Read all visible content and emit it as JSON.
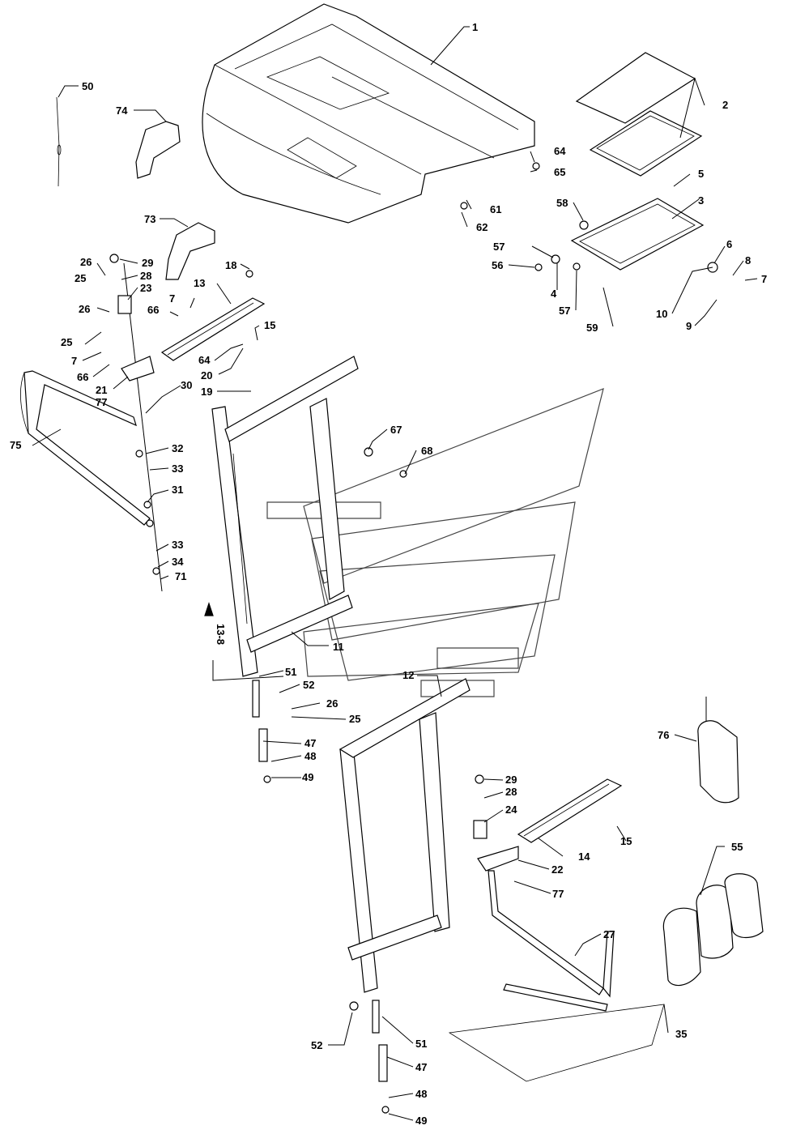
{
  "callouts": [
    {
      "id": "c1",
      "text": "1"
    },
    {
      "id": "c2",
      "text": "2"
    },
    {
      "id": "c3",
      "text": "3"
    },
    {
      "id": "c4",
      "text": "4"
    },
    {
      "id": "c5",
      "text": "5"
    },
    {
      "id": "c6",
      "text": "6"
    },
    {
      "id": "c7a",
      "text": "7"
    },
    {
      "id": "c7b",
      "text": "7"
    },
    {
      "id": "c7c",
      "text": "7"
    },
    {
      "id": "c8",
      "text": "8"
    },
    {
      "id": "c9",
      "text": "9"
    },
    {
      "id": "c10",
      "text": "10"
    },
    {
      "id": "c11",
      "text": "11"
    },
    {
      "id": "c12",
      "text": "12"
    },
    {
      "id": "c13",
      "text": "13"
    },
    {
      "id": "c14",
      "text": "14"
    },
    {
      "id": "c15a",
      "text": "15"
    },
    {
      "id": "c15b",
      "text": "15"
    },
    {
      "id": "c18",
      "text": "18"
    },
    {
      "id": "c19",
      "text": "19"
    },
    {
      "id": "c20",
      "text": "20"
    },
    {
      "id": "c21",
      "text": "21"
    },
    {
      "id": "c22",
      "text": "22"
    },
    {
      "id": "c23",
      "text": "23"
    },
    {
      "id": "c24",
      "text": "24"
    },
    {
      "id": "c25a",
      "text": "25"
    },
    {
      "id": "c25b",
      "text": "25"
    },
    {
      "id": "c25c",
      "text": "25"
    },
    {
      "id": "c26a",
      "text": "26"
    },
    {
      "id": "c26b",
      "text": "26"
    },
    {
      "id": "c26c",
      "text": "26"
    },
    {
      "id": "c27",
      "text": "27"
    },
    {
      "id": "c28a",
      "text": "28"
    },
    {
      "id": "c28b",
      "text": "28"
    },
    {
      "id": "c29a",
      "text": "29"
    },
    {
      "id": "c29b",
      "text": "29"
    },
    {
      "id": "c30",
      "text": "30"
    },
    {
      "id": "c31",
      "text": "31"
    },
    {
      "id": "c32",
      "text": "32"
    },
    {
      "id": "c33a",
      "text": "33"
    },
    {
      "id": "c33b",
      "text": "33"
    },
    {
      "id": "c34",
      "text": "34"
    },
    {
      "id": "c35",
      "text": "35"
    },
    {
      "id": "c47a",
      "text": "47"
    },
    {
      "id": "c47b",
      "text": "47"
    },
    {
      "id": "c48a",
      "text": "48"
    },
    {
      "id": "c48b",
      "text": "48"
    },
    {
      "id": "c49a",
      "text": "49"
    },
    {
      "id": "c49b",
      "text": "49"
    },
    {
      "id": "c50",
      "text": "50"
    },
    {
      "id": "c51a",
      "text": "51"
    },
    {
      "id": "c51b",
      "text": "51"
    },
    {
      "id": "c52a",
      "text": "52"
    },
    {
      "id": "c52b",
      "text": "52"
    },
    {
      "id": "c55",
      "text": "55"
    },
    {
      "id": "c56",
      "text": "56"
    },
    {
      "id": "c57a",
      "text": "57"
    },
    {
      "id": "c57b",
      "text": "57"
    },
    {
      "id": "c58",
      "text": "58"
    },
    {
      "id": "c59",
      "text": "59"
    },
    {
      "id": "c61",
      "text": "61"
    },
    {
      "id": "c62",
      "text": "62"
    },
    {
      "id": "c64a",
      "text": "64"
    },
    {
      "id": "c64b",
      "text": "64"
    },
    {
      "id": "c65",
      "text": "65"
    },
    {
      "id": "c66a",
      "text": "66"
    },
    {
      "id": "c66b",
      "text": "66"
    },
    {
      "id": "c67",
      "text": "67"
    },
    {
      "id": "c68",
      "text": "68"
    },
    {
      "id": "c71",
      "text": "71"
    },
    {
      "id": "c73",
      "text": "73"
    },
    {
      "id": "c74",
      "text": "74"
    },
    {
      "id": "c75",
      "text": "75"
    },
    {
      "id": "c76",
      "text": "76"
    },
    {
      "id": "c77a",
      "text": "77"
    },
    {
      "id": "c77b",
      "text": "77"
    }
  ],
  "reference": {
    "text": "13-8"
  }
}
